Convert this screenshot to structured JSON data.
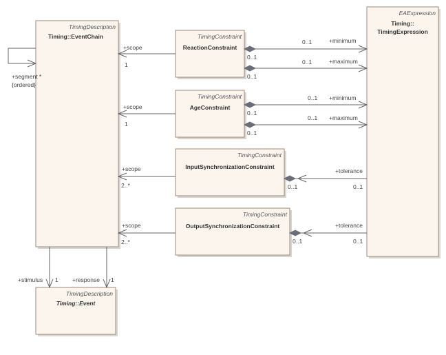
{
  "classes": {
    "event_chain": {
      "stereotype": "TimingDescription",
      "name": "Timing::EventChain"
    },
    "event": {
      "stereotype": "TimingDescription",
      "name": "Timing::Event"
    },
    "timing_expression": {
      "stereotype": "EAExpression",
      "name_line1": "Timing::",
      "name_line2": "TimingExpression"
    },
    "reaction_constraint": {
      "stereotype": "TimingConstraint",
      "name": "ReactionConstraint"
    },
    "age_constraint": {
      "stereotype": "TimingConstraint",
      "name": "AgeConstraint"
    },
    "input_sync_constraint": {
      "stereotype": "TimingConstraint",
      "name": "InputSynchronizationConstraint"
    },
    "output_sync_constraint": {
      "stereotype": "TimingConstraint",
      "name": "OutputSynchronizationConstraint"
    }
  },
  "associations": {
    "segment": {
      "role": "+segment *",
      "modifier": "{ordered}"
    },
    "reaction_scope": {
      "role": "+scope",
      "mult": "1"
    },
    "age_scope": {
      "role": "+scope",
      "mult": "1"
    },
    "input_scope": {
      "role": "+scope",
      "mult": "2..*"
    },
    "output_scope": {
      "role": "+scope",
      "mult": "2..*"
    },
    "reaction_min": {
      "mult_source": "0..1",
      "mult_target": "0..1",
      "role": "+minimum"
    },
    "reaction_max": {
      "mult_source": "0..1",
      "mult_target": "0..1",
      "role": "+maximum"
    },
    "age_min": {
      "mult_source": "0..1",
      "mult_target": "0..1",
      "role": "+minimum"
    },
    "age_max": {
      "mult_source": "0..1",
      "mult_target": "0..1",
      "role": "+maximum"
    },
    "input_tolerance": {
      "mult_source": "0..1",
      "mult_target": "0..1",
      "role": "+tolerance"
    },
    "output_tolerance": {
      "mult_source": "0..1",
      "mult_target": "0..1",
      "role": "+tolerance"
    },
    "stimulus": {
      "role": "+stimulus",
      "mult": "1"
    },
    "response": {
      "role": "+response",
      "mult": "1"
    }
  }
}
